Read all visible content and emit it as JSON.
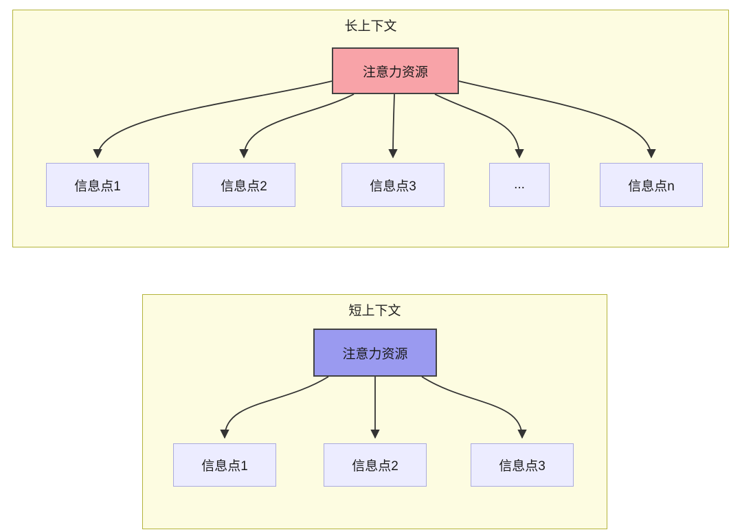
{
  "diagram": {
    "long_context": {
      "title": "长上下文",
      "attention_label": "注意力资源",
      "nodes": [
        "信息点1",
        "信息点2",
        "信息点3",
        "...",
        "信息点n"
      ]
    },
    "short_context": {
      "title": "短上下文",
      "attention_label": "注意力资源",
      "nodes": [
        "信息点1",
        "信息点2",
        "信息点3"
      ]
    },
    "colors": {
      "container_fill": "#fdfce1",
      "container_border": "#b3b339",
      "attention_long_fill": "#f8a3a8",
      "attention_short_fill": "#9a9af0",
      "node_fill": "#ececff",
      "node_border": "#aaaadd",
      "arrow": "#333333"
    }
  }
}
